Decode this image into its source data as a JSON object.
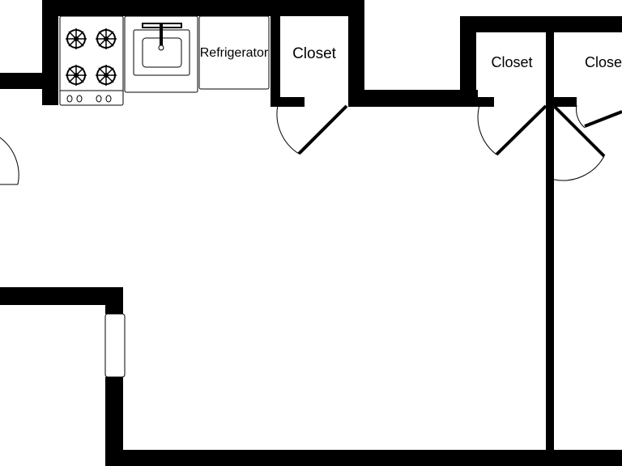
{
  "floorplan": {
    "labels": {
      "refrigerator": "Refrigerator",
      "closet_1": "Closet",
      "closet_2": "Closet",
      "closet_3": "Close"
    },
    "fixtures": [
      {
        "name": "stove",
        "burners": 4,
        "knobs": 4
      },
      {
        "name": "sink"
      },
      {
        "name": "refrigerator"
      }
    ],
    "colors": {
      "wall": "#000000",
      "background": "#ffffff"
    }
  }
}
